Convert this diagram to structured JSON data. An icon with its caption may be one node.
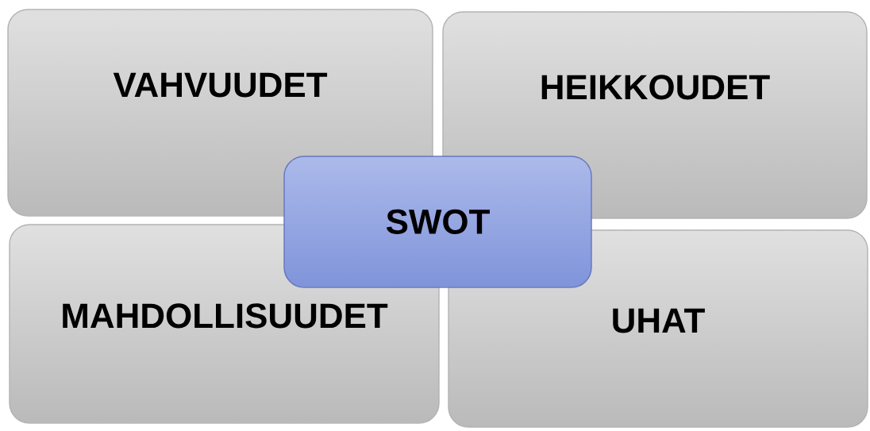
{
  "diagram": {
    "nodes": [
      {
        "text": [
          "VAHVUUDET"
        ]
      },
      {
        "text": [
          "HEIKKOUDET"
        ]
      },
      {
        "text": [
          "SWOT"
        ]
      },
      {
        "text": [
          "MAHDOLLISUUDET"
        ]
      },
      {
        "text": [
          "UHAT"
        ]
      }
    ]
  }
}
